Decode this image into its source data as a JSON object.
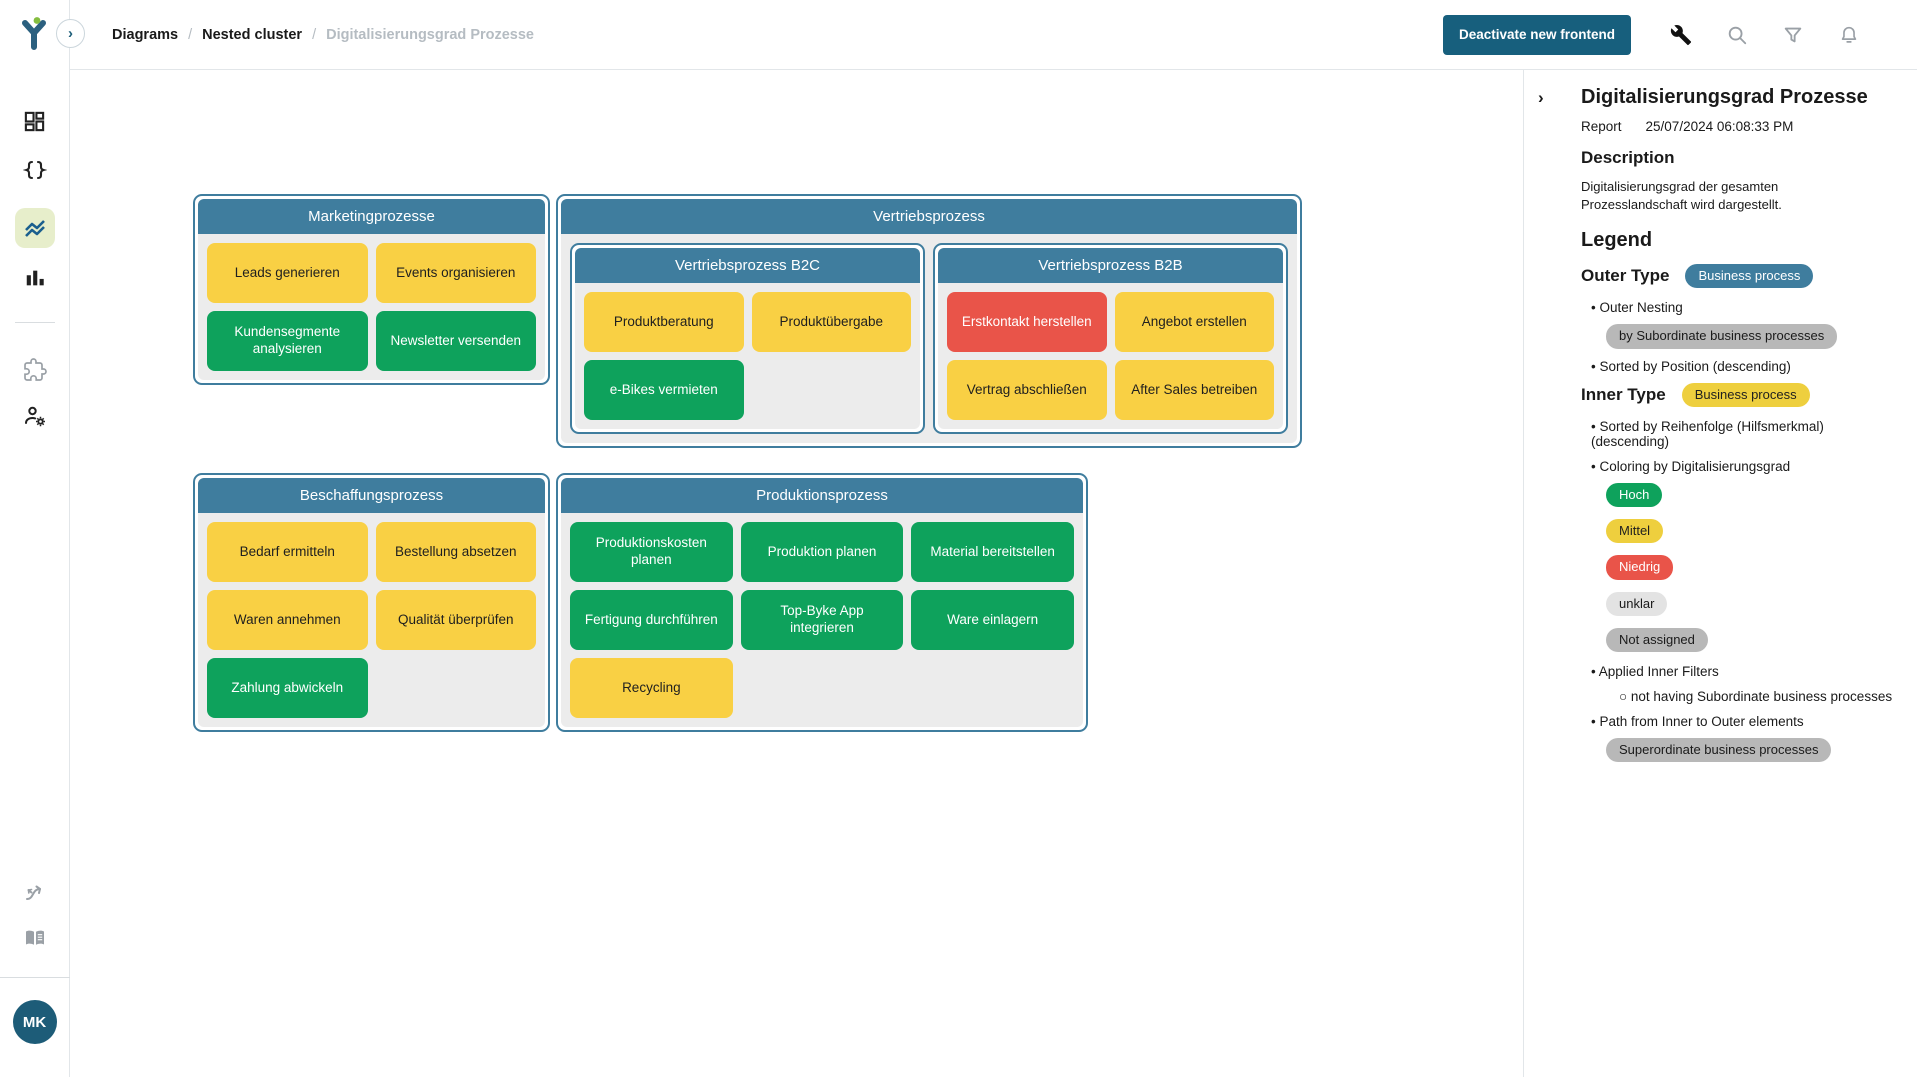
{
  "topbar": {
    "breadcrumbs": [
      "Diagrams",
      "Nested cluster",
      "Digitalisierungsgrad Prozesse"
    ],
    "separator": "/",
    "deactivate_button_label": "Deactivate new frontend"
  },
  "sidebar": {
    "collapse_chevron": "›",
    "avatar_initials": "MK",
    "icons": [
      "dashboard-icon",
      "code-braces-icon",
      "trend-lines-icon",
      "bar-chart-icon",
      "puzzle-icon",
      "user-settings-icon",
      "branch-arrows-icon",
      "book-icon"
    ],
    "active_icon": "trend-lines-icon"
  },
  "colors": {
    "brand_dark_teal": "#175f7d",
    "cluster_header": "#3f7d9e",
    "cluster_body": "#ececec",
    "hoch_green": "#0ea25c",
    "mittel_yellow": "#f9d044",
    "niedrig_red": "#e95449",
    "unklar_lightgray": "#e3e3e3",
    "not_assigned_gray": "#b8b8b8",
    "active_sidebar_bg": "#e7eecb"
  },
  "diagram": {
    "clusters": [
      {
        "title": "Marketingprozesse",
        "nodes": [
          {
            "label": "Leads generieren",
            "level": "mittel"
          },
          {
            "label": "Events organisieren",
            "level": "mittel"
          },
          {
            "label": "Kundensegmente analysieren",
            "level": "hoch"
          },
          {
            "label": "Newsletter versenden",
            "level": "hoch"
          }
        ]
      },
      {
        "title": "Vertriebsprozess",
        "children": [
          {
            "title": "Vertriebsprozess B2C",
            "nodes": [
              {
                "label": "Produktberatung",
                "level": "mittel"
              },
              {
                "label": "Produktübergabe",
                "level": "mittel"
              },
              {
                "label": "e-Bikes vermieten",
                "level": "hoch"
              }
            ]
          },
          {
            "title": "Vertriebsprozess B2B",
            "nodes": [
              {
                "label": "Erstkontakt herstellen",
                "level": "niedrig"
              },
              {
                "label": "Angebot erstellen",
                "level": "mittel"
              },
              {
                "label": "Vertrag abschließen",
                "level": "mittel"
              },
              {
                "label": "After Sales betreiben",
                "level": "mittel"
              }
            ]
          }
        ]
      },
      {
        "title": "Beschaffungsprozess",
        "nodes": [
          {
            "label": "Bedarf ermitteln",
            "level": "mittel"
          },
          {
            "label": "Bestellung absetzen",
            "level": "mittel"
          },
          {
            "label": "Waren annehmen",
            "level": "mittel"
          },
          {
            "label": "Qualität überprüfen",
            "level": "mittel"
          },
          {
            "label": "Zahlung abwickeln",
            "level": "hoch"
          }
        ]
      },
      {
        "title": "Produktionsprozess",
        "nodes": [
          {
            "label": "Produktionskosten planen",
            "level": "hoch"
          },
          {
            "label": "Produktion planen",
            "level": "hoch"
          },
          {
            "label": "Material bereitstellen",
            "level": "hoch"
          },
          {
            "label": "Fertigung durchführen",
            "level": "hoch"
          },
          {
            "label": "Top-Byke App integrieren",
            "level": "hoch"
          },
          {
            "label": "Ware einlagern",
            "level": "hoch"
          },
          {
            "label": "Recycling",
            "level": "mittel"
          }
        ]
      }
    ]
  },
  "panel": {
    "collapse_chevron": "›",
    "title": "Digitalisierungsgrad Prozesse",
    "report_label": "Report",
    "report_datetime": "25/07/2024 06:08:33 PM",
    "description_heading": "Description",
    "description_text": "Digitalisierungsgrad der gesamten Prozesslandschaft wird dargestellt.",
    "legend_heading": "Legend",
    "outer_type_label": "Outer Type",
    "outer_type_badge": "Business process",
    "outer_nesting_label": "Outer Nesting",
    "outer_nesting_pill": "by Subordinate business processes",
    "outer_sorted_label": "Sorted by Position (descending)",
    "inner_type_label": "Inner Type",
    "inner_type_badge": "Business process",
    "inner_sorted_label": "Sorted by Reihenfolge (Hilfsmerkmal) (descending)",
    "coloring_label": "Coloring by Digitalisierungsgrad",
    "coloring": [
      {
        "label": "Hoch",
        "color": "#0ea25c"
      },
      {
        "label": "Mittel",
        "color": "#f9d044"
      },
      {
        "label": "Niedrig",
        "color": "#e95449"
      },
      {
        "label": "unklar",
        "color": "#e3e3e3"
      },
      {
        "label": "Not assigned",
        "color": "#b8b8b8"
      }
    ],
    "applied_filters_label": "Applied Inner Filters",
    "applied_filter_item": "not having Subordinate business processes",
    "path_label": "Path from Inner to Outer elements",
    "path_pill": "Superordinate business processes"
  }
}
